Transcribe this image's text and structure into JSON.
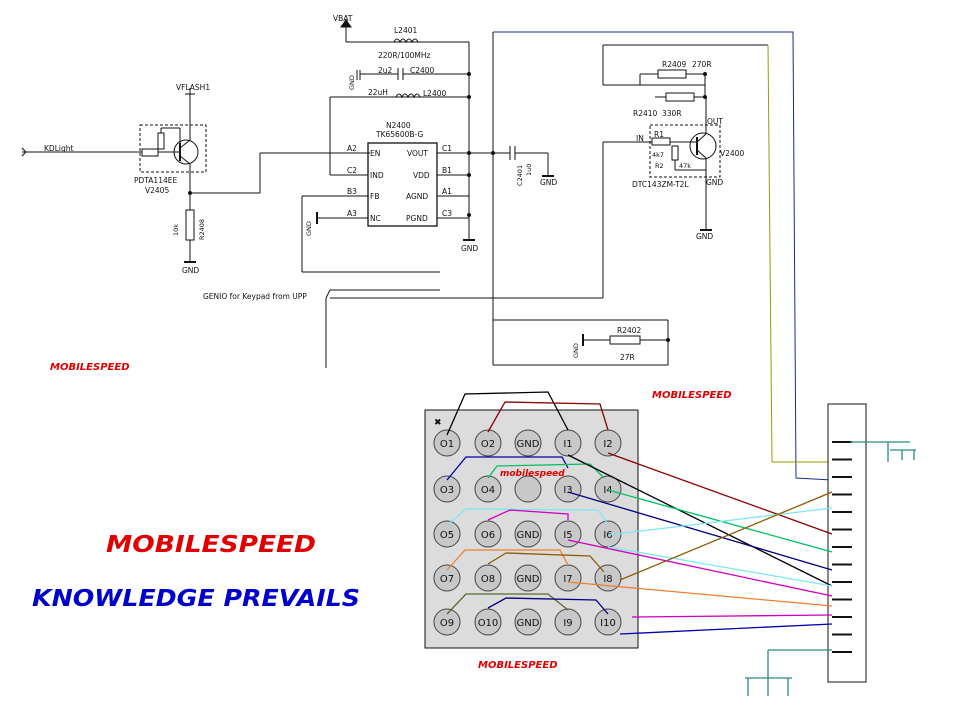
{
  "supply": {
    "vbat": "VBAT",
    "vflash": "VFLASH1"
  },
  "nets": {
    "kdlight": "KDLight",
    "genio": "GENIO for Keypad from UPP",
    "gnd": "GND"
  },
  "ic": {
    "ref": "N2400",
    "part": "TK65600B-G",
    "left_pins": [
      {
        "num": "A2",
        "name": "EN"
      },
      {
        "num": "C2",
        "name": "IND"
      },
      {
        "num": "B3",
        "name": "FB"
      },
      {
        "num": "A3",
        "name": "NC"
      }
    ],
    "right_pins": [
      {
        "num": "C1",
        "name": "VOUT"
      },
      {
        "num": "B1",
        "name": "VDD"
      },
      {
        "num": "A1",
        "name": "AGND"
      },
      {
        "num": "C3",
        "name": "PGND"
      }
    ]
  },
  "components": {
    "l2401": {
      "ref": "L2401",
      "value": "220R/100MHz"
    },
    "c2400": {
      "ref": "C2400",
      "value": "2u2"
    },
    "l2400": {
      "ref": "L2400",
      "value": "22uH"
    },
    "c2401": {
      "ref": "C2401",
      "value": "1u0"
    },
    "v2405": {
      "part": "PDTA114EE",
      "ref": "V2405"
    },
    "r2408": {
      "ref": "R2408",
      "value": "10k"
    },
    "r2409": {
      "ref": "R2409",
      "value": "270R"
    },
    "r2410": {
      "ref": "R2410",
      "value": "330R"
    },
    "v2400": {
      "ref": "V2400",
      "part": "DTC143ZM-T2L",
      "r1": "R1",
      "r1_val": "4k7",
      "r2": "R2",
      "r2_val": "47k",
      "in": "IN",
      "out": "OUT"
    },
    "r2402": {
      "ref": "R2402",
      "value": "27R"
    }
  },
  "keypad_pins": [
    "O1",
    "O2",
    "GND",
    "I1",
    "I2",
    "O3",
    "O4",
    "",
    "I3",
    "I4",
    "O5",
    "O6",
    "GND",
    "I5",
    "I6",
    "O7",
    "O8",
    "GND",
    "I7",
    "I8",
    "O9",
    "O10",
    "GND",
    "I9",
    "I10"
  ],
  "branding": {
    "watermark": "MOBILESPEED",
    "watermark_small": "mobilespeed",
    "title": "MOBILESPEED",
    "slogan": "KNOWLEDGE PREVAILS"
  },
  "colors": {
    "wire": "#111111",
    "title_red": "#e00000",
    "slogan_blue": "#0000cc",
    "ground_teal": "#2a8a8a",
    "keypad_bg": "#dcdcdc",
    "pad_fill": "#c8c8c8",
    "trace_colors": [
      "#8b0000",
      "#000000",
      "#00c060",
      "#000080",
      "#7fe7f0",
      "#d000c0",
      "#0000aa",
      "#f08030",
      "#8b5a00",
      "#556b2f",
      "#0000ff",
      "#9a9a00"
    ]
  }
}
